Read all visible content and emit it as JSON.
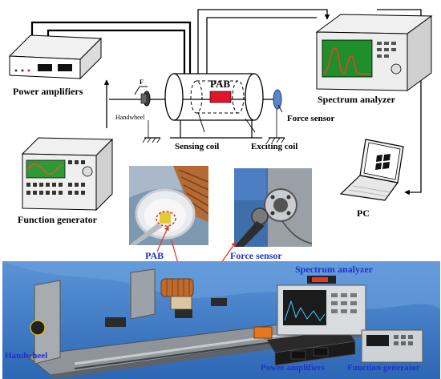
{
  "labels": {
    "power_amplifiers": "Power amplifiers",
    "function_generator": "Function generator",
    "pab": "PAB",
    "f": "F",
    "handwheel": "Handwheel",
    "sensing_coil": "Sensing coil",
    "exciting_coil": "Exciting coil",
    "force_sensor": "Force sensor",
    "spectrum_analyzer": "Spectrum analyzer",
    "pc": "PC"
  },
  "photo_labels": {
    "pab": "PAB",
    "force_sensor": "Force sensor",
    "spectrum_analyzer": "Spectrum analyzer",
    "handwheel": "Handwheel",
    "power_amplifiers": "Power amplifiers",
    "function_generator": "Function generator"
  },
  "colors": {
    "label_blue": "#1f33c9",
    "callout_red": "#e0301e",
    "pab_red": "#e0162b",
    "screen_green": "#3fb23f",
    "photo_backdrop": "#3a7fd0"
  }
}
